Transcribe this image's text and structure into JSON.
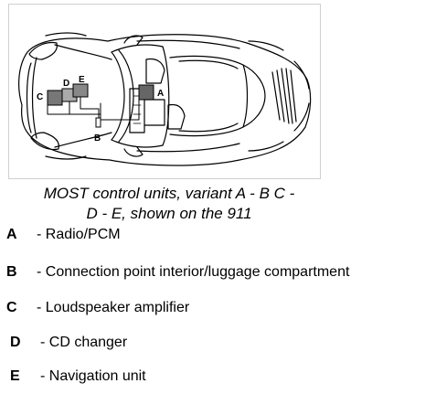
{
  "diagram": {
    "callouts": {
      "a": "A",
      "b": "B",
      "c": "C",
      "d": "D",
      "e": "E"
    }
  },
  "caption": {
    "line1": "MOST control units, variant A - B C -",
    "line2": "D - E, shown on the 911"
  },
  "legend": [
    {
      "key": "A",
      "text": "- Radio/PCM"
    },
    {
      "key": "B",
      "text": "- Connection point interior/luggage compartment"
    },
    {
      "key": "C",
      "text": "- Loudspeaker amplifier"
    },
    {
      "key": "D",
      "text": "- CD changer"
    },
    {
      "key": "E",
      "text": "- Navigation unit"
    }
  ]
}
